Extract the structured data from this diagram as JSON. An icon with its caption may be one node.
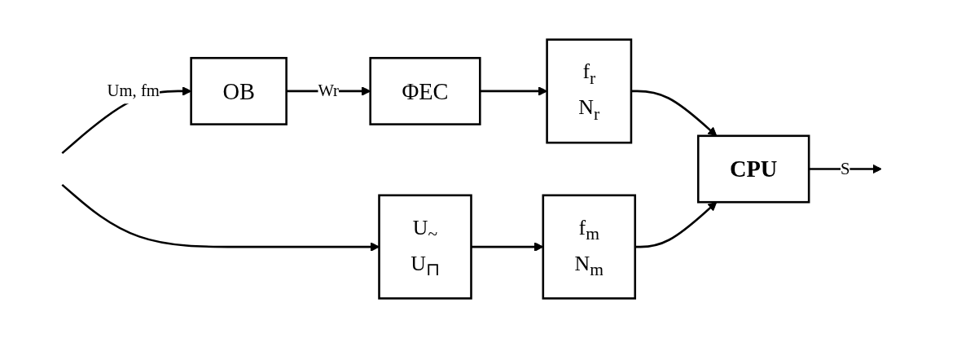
{
  "diagram": {
    "nodes": [
      {
        "text": [
          "OB"
        ]
      },
      {
        "text": [
          "ΦEC"
        ]
      },
      {
        "text": [
          "f$_{r}$",
          "N$_{r}$"
        ]
      },
      {
        "text": [
          "CPU"
        ]
      },
      {
        "text": [
          "U$_{~}$",
          "U$_{⊓}$"
        ]
      },
      {
        "text": [
          "f$_{m}$",
          "N$_{m}$"
        ]
      }
    ],
    "edges": [
      {
        "from": null,
        "to": 0,
        "arrow": "to",
        "label": "Um, fm"
      },
      {
        "from": null,
        "to": 4,
        "arrow": "to"
      },
      {
        "from": 0,
        "to": 1,
        "arrow": "to",
        "label": "Wr"
      },
      {
        "from": 1,
        "to": 2,
        "arrow": "to"
      },
      {
        "from": 2,
        "to": 3,
        "arrow": "to"
      },
      {
        "from": 4,
        "to": 5,
        "arrow": "to"
      },
      {
        "from": 5,
        "to": 3,
        "arrow": "to"
      },
      {
        "from": 3,
        "to": null,
        "arrow": "to",
        "label": "S"
      }
    ]
  }
}
